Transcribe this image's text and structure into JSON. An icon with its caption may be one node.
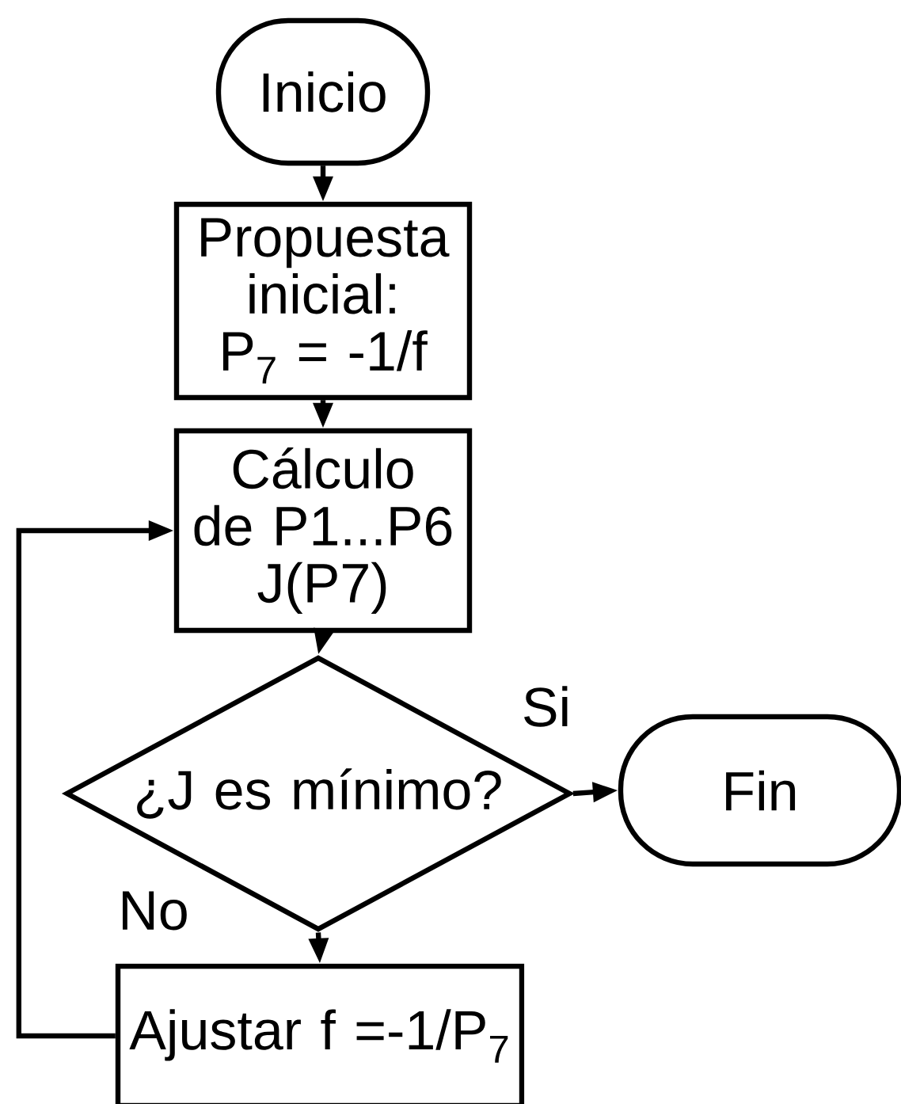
{
  "diagram": {
    "nodes": [
      {
        "text": [
          "Inicio"
        ]
      },
      {
        "text": [
          "Propuesta inicial: P$_{7}$ = -1/f"
        ]
      },
      {
        "text": [
          "Cálculo de P1...P6 J(P7)"
        ]
      },
      {
        "text": [
          "¿J es mínimo?"
        ]
      },
      {
        "text": [
          "Fin"
        ]
      },
      {
        "text": [
          "Ajustar f =-1/P$_{7}$"
        ]
      }
    ],
    "edges": [
      {
        "from": 0,
        "to": 1,
        "arrow": "to"
      },
      {
        "from": 1,
        "to": 2,
        "arrow": "to"
      },
      {
        "from": 2,
        "to": 3,
        "arrow": "to"
      },
      {
        "from": 3,
        "to": 4,
        "arrow": "to",
        "label": "Si"
      },
      {
        "from": 3,
        "to": 5,
        "arrow": "to",
        "label": "No"
      },
      {
        "from": 5,
        "to": 2,
        "arrow": "to"
      }
    ]
  }
}
